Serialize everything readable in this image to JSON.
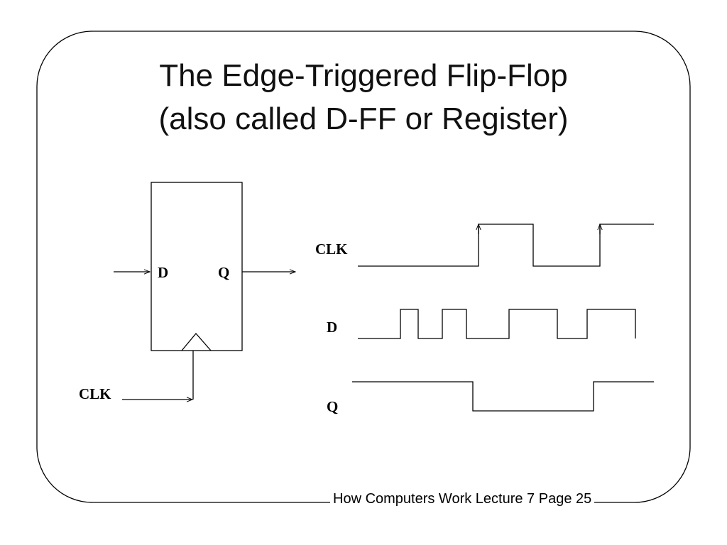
{
  "slide": {
    "title_line1": "The Edge-Triggered Flip-Flop",
    "title_line2": "(also called D-FF or Register)",
    "footer": "How Computers Work Lecture 7 Page 25"
  },
  "flipflop": {
    "d_label": "D",
    "q_label": "Q",
    "clk_label": "CLK"
  },
  "timing": {
    "clk_label": "CLK",
    "d_label": "D",
    "q_label": "Q"
  }
}
